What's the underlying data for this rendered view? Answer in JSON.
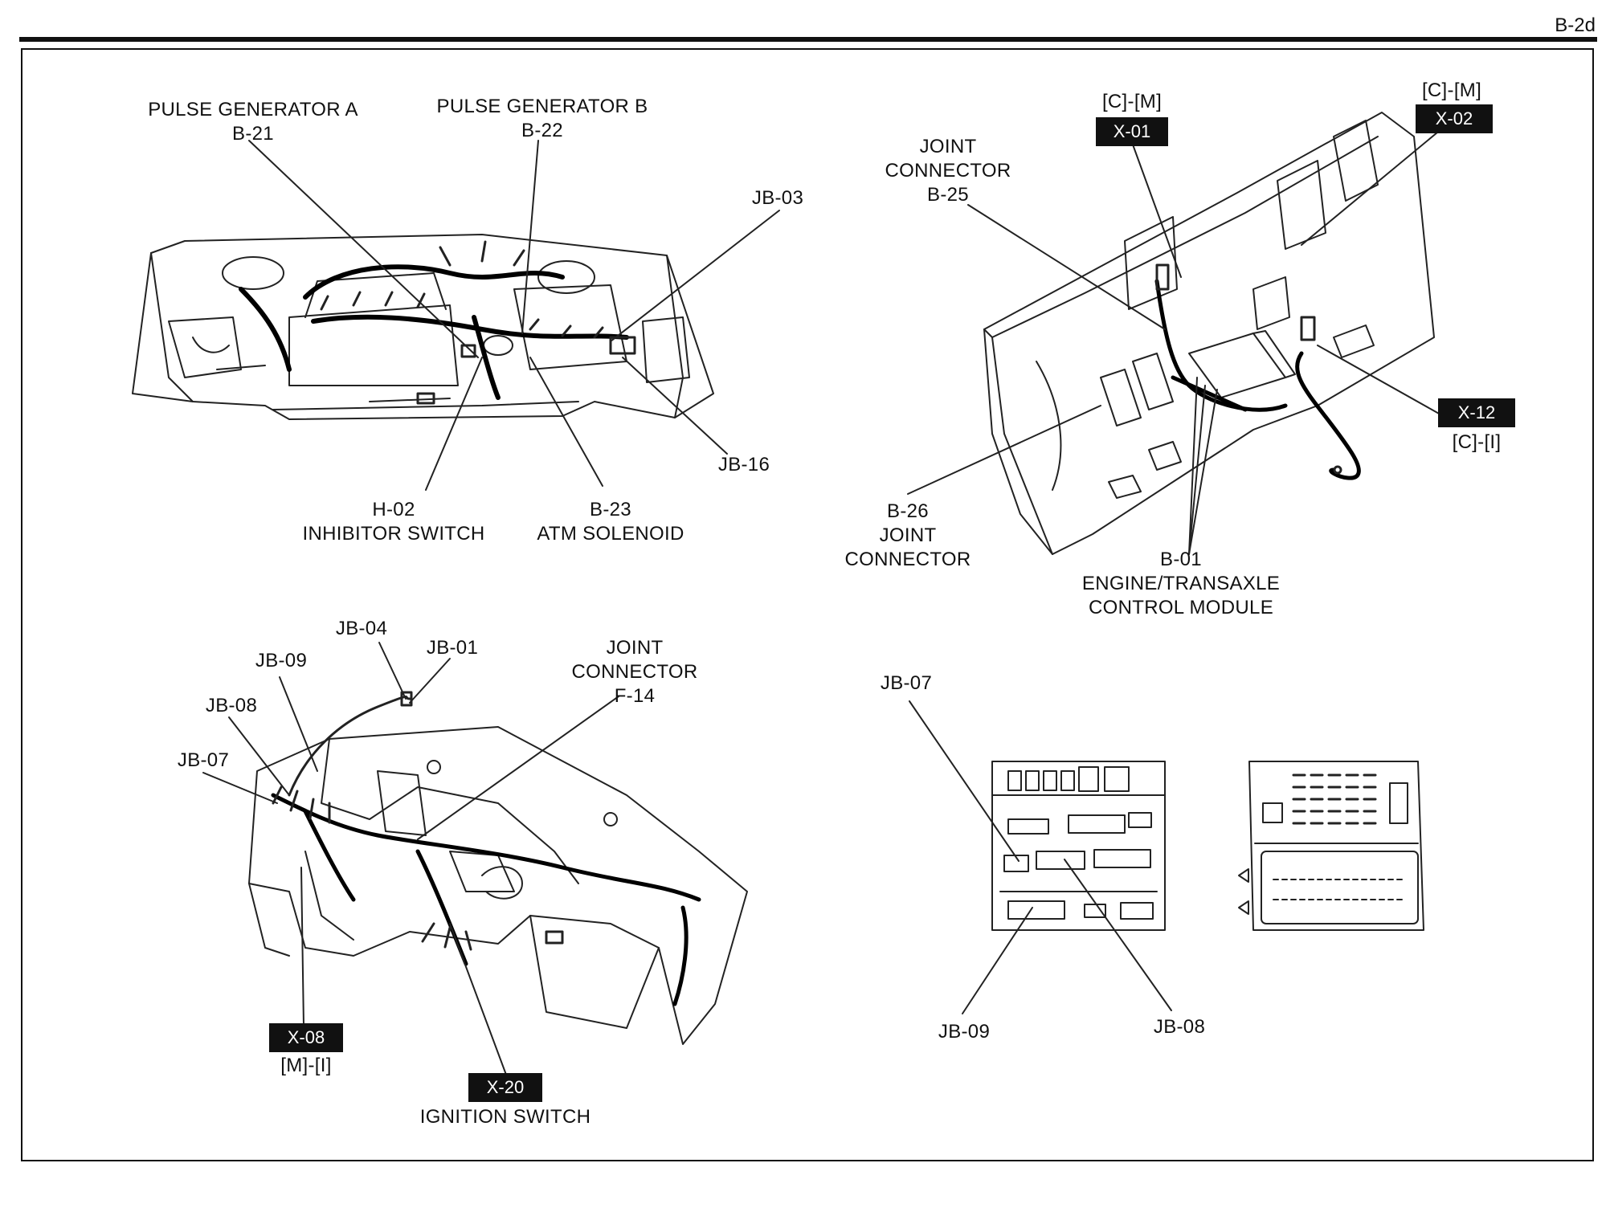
{
  "page_code": "B-2d",
  "engine_bay": {
    "pulse_gen_a": "PULSE GENERATOR A",
    "pulse_gen_a_code": "B-21",
    "pulse_gen_b": "PULSE GENERATOR B",
    "pulse_gen_b_code": "B-22",
    "jb03": "JB-03",
    "jb16": "JB-16",
    "h02": "H-02",
    "inhibitor": "INHIBITOR SWITCH",
    "b23": "B-23",
    "atm": "ATM SOLENOID"
  },
  "floor": {
    "x01_ref": "[C]-[M]",
    "x01": "X-01",
    "x02_ref": "[C]-[M]",
    "x02": "X-02",
    "joint_b25_line1": "JOINT",
    "joint_b25_line2": "CONNECTOR",
    "joint_b25_code": "B-25",
    "x12": "X-12",
    "x12_ref": "[C]-[I]",
    "b26_code": "B-26",
    "b26_line1": "JOINT",
    "b26_line2": "CONNECTOR",
    "b01_code": "B-01",
    "b01_line1": "ENGINE/TRANSAXLE",
    "b01_line2": "CONTROL MODULE"
  },
  "dash": {
    "jb04": "JB-04",
    "jb01": "JB-01",
    "jb09": "JB-09",
    "jb08": "JB-08",
    "jb07": "JB-07",
    "f14_line1": "JOINT",
    "f14_line2": "CONNECTOR",
    "f14_code": "F-14",
    "x08": "X-08",
    "x08_ref": "[M]-[I]",
    "x20": "X-20",
    "ignition": "IGNITION SWITCH"
  },
  "junction_box": {
    "jb07": "JB-07",
    "jb09": "JB-09",
    "jb08": "JB-08"
  }
}
